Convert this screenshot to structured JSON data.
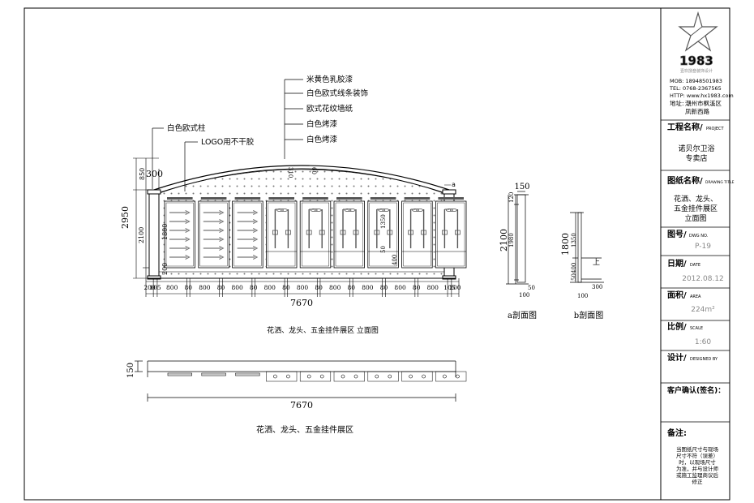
{
  "logo": {
    "number": "1983",
    "subtitle": "壹玖捌叁装饰设计",
    "mob": "MOB: 18948501983",
    "tel": "TEL: 0768-2367565",
    "http": "HTTP: www.hx1983.com",
    "address_label": "地址:",
    "address_line1": "潮州市枫溪区",
    "address_line2": "凤新西路"
  },
  "title_block": {
    "project_label": "工程名称/",
    "project_en": "PROJECT",
    "project_value_line1": "诺贝尔卫浴",
    "project_value_line2": "专卖店",
    "drawing_label": "图纸名称/",
    "drawing_en": "DRAWING TITLE",
    "drawing_value_line1": "花洒、龙头、",
    "drawing_value_line2": "五金挂件展区",
    "drawing_value_line3": "立面图",
    "dwg_label": "图号/",
    "dwg_en": "DWG NO.",
    "dwg_value": "P-19",
    "date_label": "日期/",
    "date_en": "DATE",
    "date_value": "2012.08.12",
    "area_label": "面积/",
    "area_en": "AREA",
    "area_value": "224m²",
    "scale_label": "比例/",
    "scale_en": "SCALE",
    "scale_value": "1:60",
    "designer_label": "设计/",
    "designer_en": "DESIGNED BY",
    "client_label": "客户确认(签名)：",
    "notes_label": "备注:",
    "notes": [
      "当图纸尺寸与现场",
      "尺寸不符（误差）",
      "时，以现场尺寸",
      "为准，并与设计师",
      "或施工监理商议后",
      "修正"
    ]
  },
  "elevation": {
    "annotations": [
      "米黄色乳胶漆",
      "白色欧式线条装饰",
      "欧式花纹墙纸",
      "白色烤漆",
      "白色烤漆",
      "白色欧式柱",
      "LOGO用不干胶"
    ],
    "left_dims": [
      "850",
      "300",
      "2950",
      "2100",
      "1800",
      "200"
    ],
    "top_dims": [
      "310",
      "60"
    ],
    "inner_dims": [
      "1350",
      "50",
      "400"
    ],
    "bottom_dims": [
      "200",
      "105",
      "800",
      "80",
      "800",
      "80",
      "800",
      "80",
      "800",
      "80",
      "800",
      "80",
      "800",
      "80",
      "800",
      "80",
      "800",
      "80",
      "800",
      "105",
      "200"
    ],
    "total_width": "7670",
    "title": "花洒、龙头、五金挂件展区 立面图"
  },
  "section_a": {
    "top": "150",
    "dims": [
      "120",
      "2100",
      "1980",
      "50",
      "100"
    ],
    "title": "a剖面图"
  },
  "section_b": {
    "dims": [
      "1800",
      "1350",
      "400",
      "50",
      "300",
      "100"
    ],
    "up_label": "上",
    "title": "b剖面图"
  },
  "plan": {
    "depth": "150",
    "total_width": "7670",
    "title": "花洒、龙头、五金挂件展区"
  },
  "marker": "a"
}
